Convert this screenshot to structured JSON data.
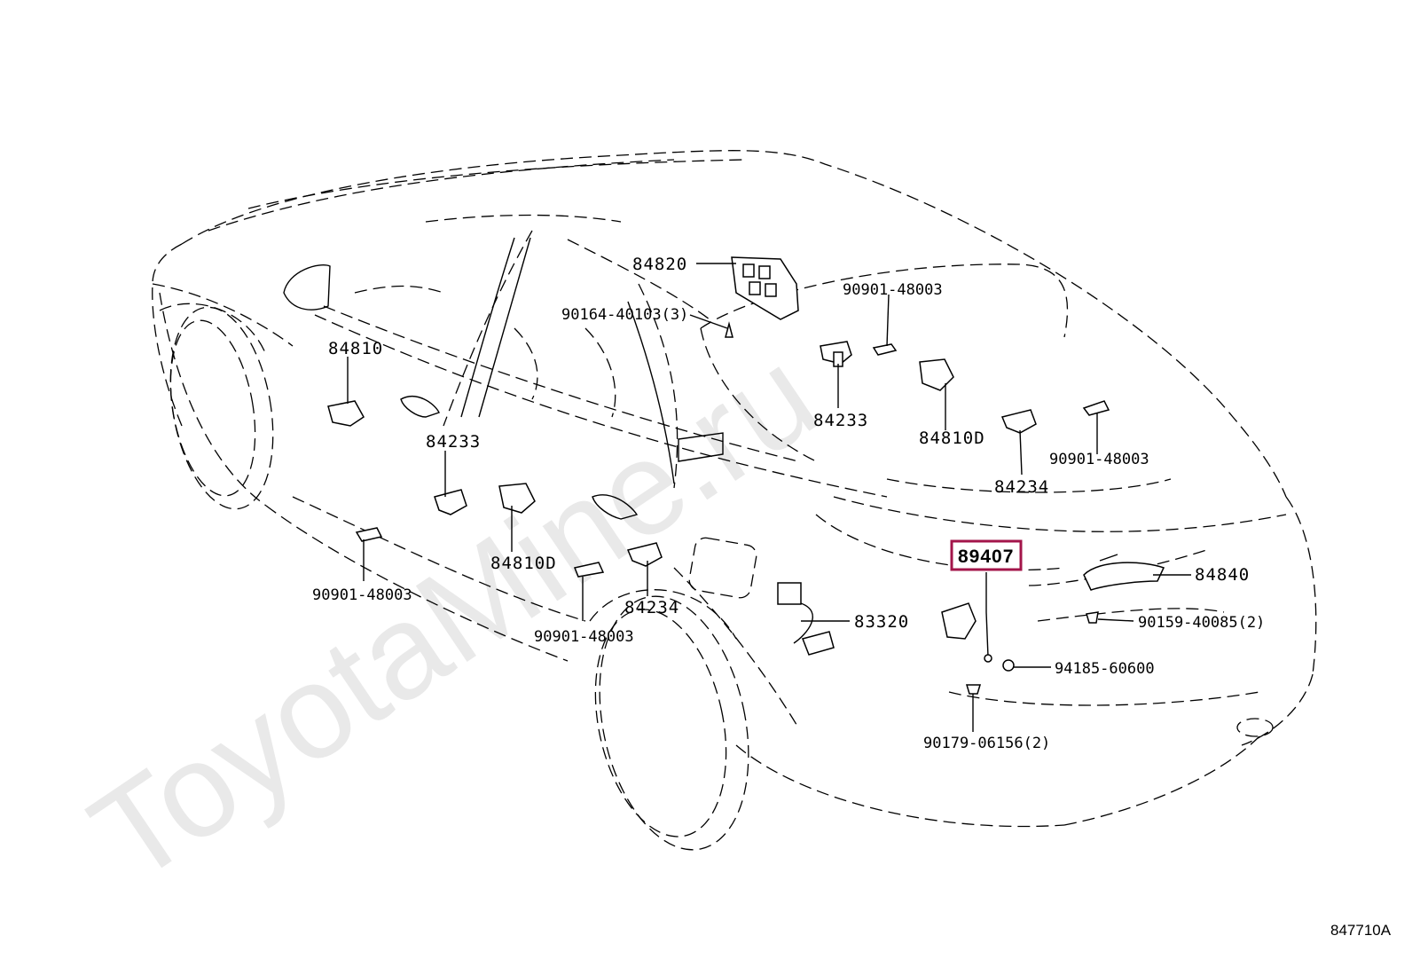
{
  "watermark": "ToyotaMine.ru",
  "diagram_code": "847710A",
  "highlight_color": "#a3154a",
  "callouts": {
    "p84820": "84820",
    "p90164": "90164-40103(3)",
    "p90901_top": "90901-48003",
    "p84810": "84810",
    "p84233_rear": "84233",
    "p84810D_rear": "84810D",
    "p84233_front": "84233",
    "p90901_right": "90901-48003",
    "p84234_rear": "84234",
    "p84810D_front": "84810D",
    "p89407": "89407",
    "p84840": "84840",
    "p90901_left": "90901-48003",
    "p84234_front": "84234",
    "p83320": "83320",
    "p90159": "90159-40085(2)",
    "p90901_bottom": "90901-48003",
    "p94185": "94185-60600",
    "p90179": "90179-06156(2)"
  }
}
